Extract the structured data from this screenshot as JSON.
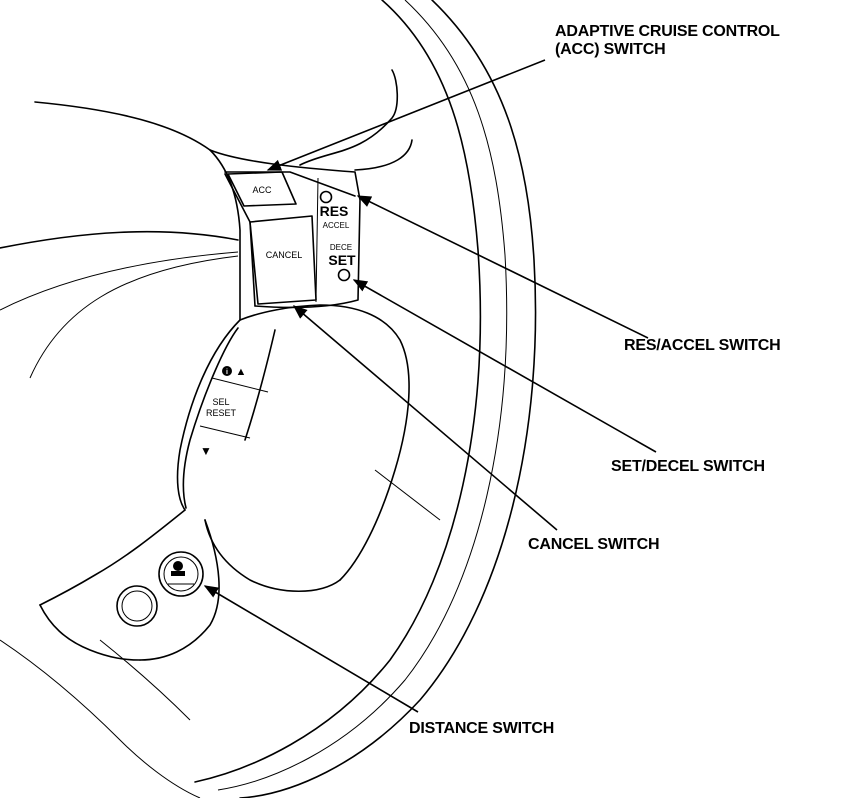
{
  "labels": {
    "acc_line1": "ADAPTIVE CRUISE CONTROL",
    "acc_line2": "(ACC) SWITCH",
    "res_accel": "RES/ACCEL SWITCH",
    "set_decel": "SET/DECEL SWITCH",
    "cancel": "CANCEL SWITCH",
    "distance": "DISTANCE SWITCH"
  },
  "buttons": {
    "acc": "ACC",
    "cancel": "CANCEL",
    "res": "RES",
    "accel": "ACCEL",
    "dece": "DECE",
    "set": "SET",
    "sel": "SEL",
    "reset": "RESET",
    "up_symbol": "▲",
    "down_symbol": "▼",
    "info_symbol": "i"
  },
  "colors": {
    "ink": "#000000",
    "paper": "#ffffff"
  }
}
